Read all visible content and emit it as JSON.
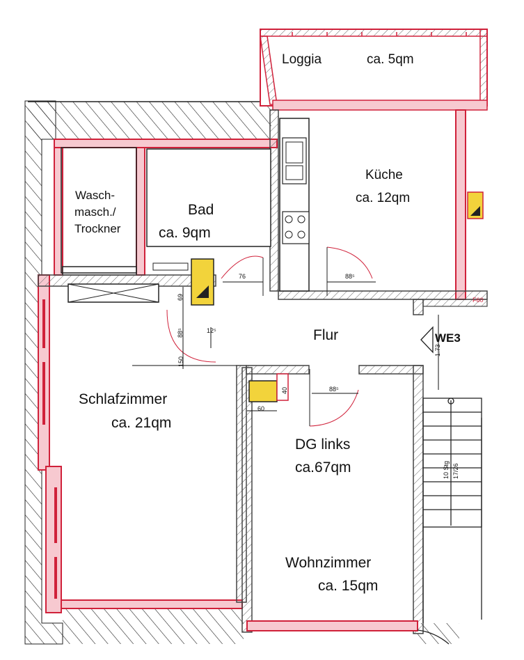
{
  "rooms": {
    "loggia": {
      "name": "Loggia",
      "area": "ca. 5qm"
    },
    "kueche": {
      "name": "Küche",
      "area": "ca. 12qm"
    },
    "wasch": {
      "line1": "Wasch-",
      "line2": "masch./",
      "line3": "Trockner"
    },
    "bad": {
      "name": "Bad",
      "area": "ca. 9qm"
    },
    "flur": {
      "name": "Flur"
    },
    "schlafzimmer": {
      "name": "Schlafzimmer",
      "area": "ca. 21qm"
    },
    "apartment": {
      "name": "DG links",
      "area": "ca.67qm"
    },
    "wohnzimmer": {
      "name": "Wohnzimmer",
      "area": "ca. 15qm"
    }
  },
  "marks": {
    "unit": "WE3",
    "fire_rating": "F60",
    "dim_76": "76",
    "dim_88_kitchen": "88⁵",
    "dim_88_living": "88⁵",
    "dim_88_bedroom": "88⁵",
    "dim_60": "60",
    "dim_40": "40",
    "dim_173": "1.73",
    "dim_69": "69",
    "dim_150": "150",
    "dim_12": "12⁵",
    "stair_note_1": "10 Stg",
    "stair_note_2": "17/26"
  },
  "colors": {
    "wall": "#d0213a",
    "wall_fill": "#f7c9d0",
    "hatch": "#555555",
    "line": "#111111",
    "accent_yellow": "#f2d33b"
  }
}
